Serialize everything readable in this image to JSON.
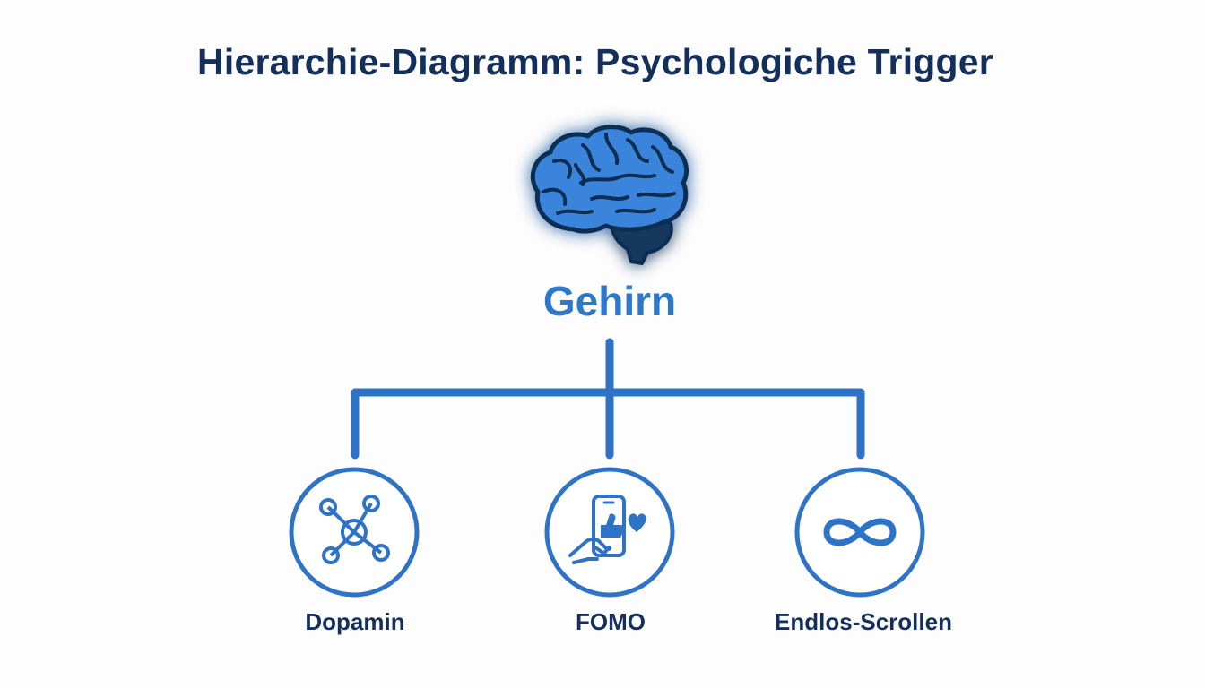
{
  "title": "Hierarchie-Diagramm: Psychologiche Trigger",
  "root": {
    "label": "Gehirn",
    "icon": "brain-icon"
  },
  "children": [
    {
      "label": "Dopamin",
      "icon": "molecule-network-icon"
    },
    {
      "label": "FOMO",
      "icon": "phone-like-heart-icon"
    },
    {
      "label": "Endlos-Scrollen",
      "icon": "infinity-icon"
    }
  ],
  "colors": {
    "title": "#14305a",
    "root_label": "#2e78c9",
    "connector": "#2f73c6",
    "brain_fill": "#3a84dc",
    "brain_outline": "#0f2f52",
    "icon_stroke": "#2f73c6",
    "child_label": "#14305a"
  }
}
